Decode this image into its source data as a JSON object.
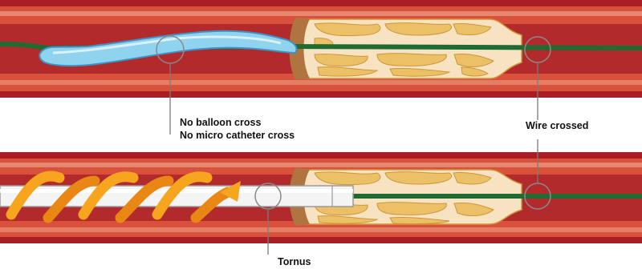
{
  "labels": {
    "top_left_line1": "No balloon cross",
    "top_left_line2": "No micro catheter cross",
    "top_right": "Wire crossed",
    "bottom": "Tornus"
  },
  "colors": {
    "vessel_outer": "#a81e24",
    "vessel_wall": "#d9503b",
    "vessel_lumen": "#b32a2c",
    "wall_highlight": "#f2b59a",
    "plaque_bg": "#f7e3c1",
    "plaque_blob": "#ecc067",
    "plaque_blob_edge": "#cf9638",
    "plaque_cap": "#b07440",
    "guidewire": "#1f6b32",
    "balloon_fill": "#8fd3ef",
    "balloon_edge": "#3f92c5",
    "tornus_shaft": "#f4f4f4",
    "tornus_edge": "#9a9a9a",
    "tornus_coil": "#f7a51f",
    "callout": "#7a7a7a"
  }
}
